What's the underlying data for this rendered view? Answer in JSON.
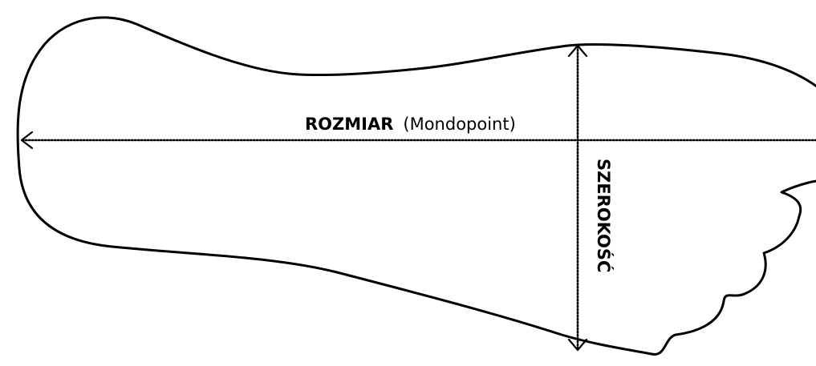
{
  "diagram": {
    "length_label": {
      "bold": "ROZMIAR",
      "regular": "(Mondopoint)"
    },
    "width_label": "SZEROKOŚĆ"
  }
}
